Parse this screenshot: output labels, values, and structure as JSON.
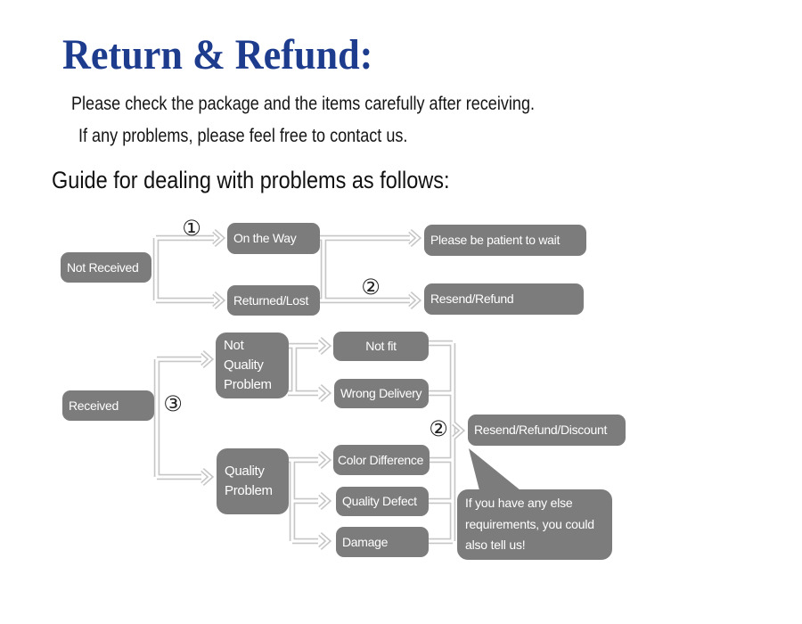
{
  "header": {
    "title": "Return & Refund:",
    "intro_line1": "Please check the package and the items carefully after receiving.",
    "intro_line2": "If any problems, please feel free to contact us.",
    "guide_heading": "Guide for dealing with problems as follows:"
  },
  "flowchart": {
    "markers": {
      "step1": "①",
      "step2_top": "②",
      "step3": "③",
      "step2_bottom": "②"
    },
    "nodes": {
      "not_received": "Not Received",
      "on_the_way": "On the Way",
      "returned_lost": "Returned/Lost",
      "please_wait": "Please be patient to wait",
      "resend_refund": "Resend/Refund",
      "received": "Received",
      "not_quality_problem": "Not Quality Problem",
      "not_fit": "Not fit",
      "wrong_delivery": "Wrong Delivery",
      "quality_problem": "Quality Problem",
      "color_difference": "Color Difference",
      "quality_defect": "Quality Defect",
      "damage": "Damage",
      "resend_refund_discount": "Resend/Refund/Discount",
      "note_bubble": "If you have any else requirements, you could also tell us!"
    }
  },
  "colors": {
    "title-blue": "#1e3c8e",
    "node-gray": "#7c7c7c",
    "connector-gray": "#c6c6c6",
    "text-dark": "#1a1a1a"
  }
}
